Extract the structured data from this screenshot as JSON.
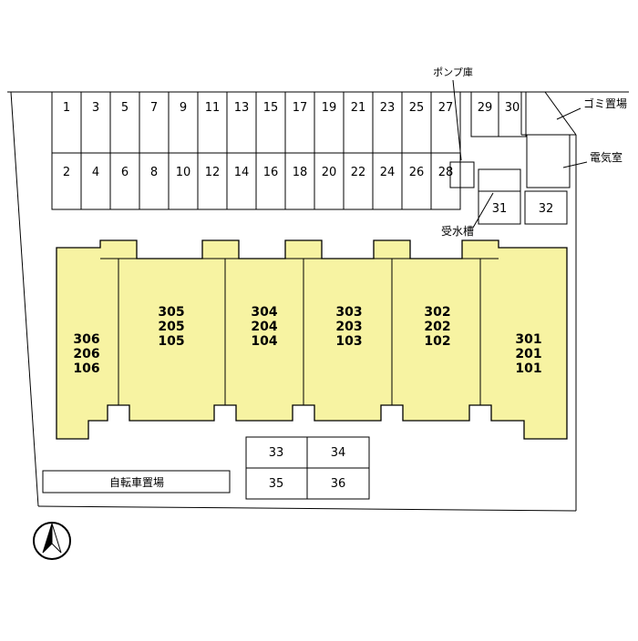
{
  "site": {
    "building_fill": "#F7F3A2",
    "line_color": "#000000"
  },
  "parking": {
    "row_top": [
      "1",
      "3",
      "5",
      "7",
      "9",
      "11",
      "13",
      "15",
      "17",
      "19",
      "21",
      "23",
      "25",
      "27"
    ],
    "row_bottom": [
      "2",
      "4",
      "6",
      "8",
      "10",
      "12",
      "14",
      "16",
      "18",
      "20",
      "22",
      "24",
      "26",
      "28"
    ],
    "row_right": [
      "29",
      "30"
    ],
    "stall_31": "31",
    "stall_32": "32",
    "grid": [
      "33",
      "34",
      "35",
      "36"
    ]
  },
  "labels": {
    "pump_room": "ポンプ庫",
    "garbage": "ゴミ置場",
    "electric_room": "電気室",
    "water_tank": "受水槽",
    "bicycle": "自転車置場"
  },
  "building": {
    "units": [
      {
        "f3": "306",
        "f2": "206",
        "f1": "106"
      },
      {
        "f3": "305",
        "f2": "205",
        "f1": "105"
      },
      {
        "f3": "304",
        "f2": "204",
        "f1": "104"
      },
      {
        "f3": "303",
        "f2": "203",
        "f1": "103"
      },
      {
        "f3": "302",
        "f2": "202",
        "f1": "102"
      },
      {
        "f3": "301",
        "f2": "201",
        "f1": "101"
      }
    ]
  }
}
